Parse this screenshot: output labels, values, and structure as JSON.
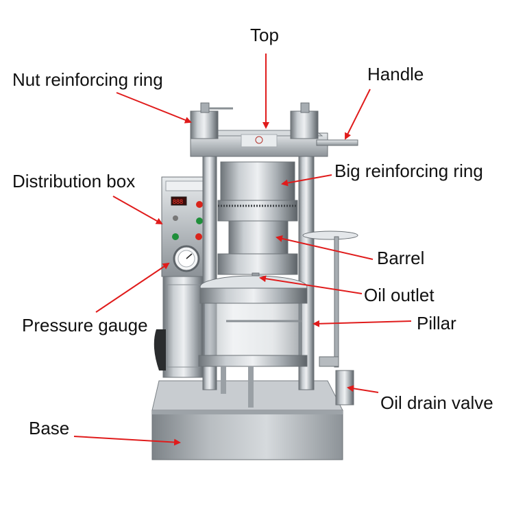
{
  "labels": {
    "top": "Top",
    "nut_reinforcing_ring": "Nut reinforcing ring",
    "handle": "Handle",
    "distribution_box": "Distribution box",
    "big_reinforcing_ring": "Big reinforcing ring",
    "barrel": "Barrel",
    "oil_outlet": "Oil outlet",
    "pressure_gauge": "Pressure gauge",
    "pillar": "Pillar",
    "oil_drain_valve": "Oil drain valve",
    "base": "Base"
  },
  "colors": {
    "arrow": "#e01b1b",
    "steel_light": "#d9dde0",
    "steel_mid": "#a7adb2",
    "steel_dark": "#5f656a",
    "button_red": "#d9241b",
    "button_green": "#1f8f3a",
    "display_red": "#ff3b2f"
  }
}
